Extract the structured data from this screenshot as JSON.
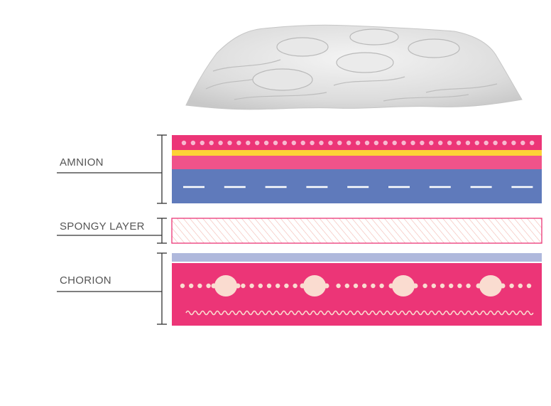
{
  "layers": {
    "amnion": {
      "label": "AMNION"
    },
    "spongy": {
      "label": "SPONGY LAYER"
    },
    "chorion": {
      "label": "CHORION"
    }
  },
  "colors": {
    "pink": "#EC3577",
    "pink_light": "#F0538A",
    "yellow": "#FDD236",
    "blue": "#5F7ABB",
    "lavender": "#AFB8DC",
    "peach": "#FADCD0",
    "hatch": "#F3B8B0",
    "bracket": "#333333"
  },
  "icons": {
    "tissue": "membrane-tissue-illustration"
  }
}
